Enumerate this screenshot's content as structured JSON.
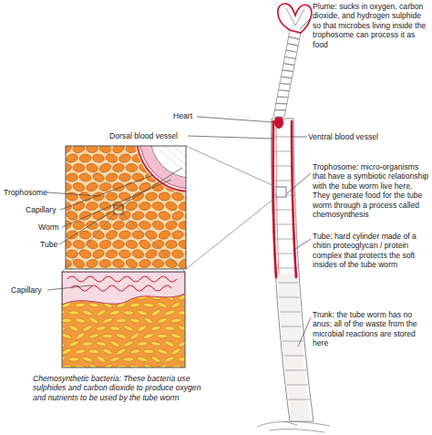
{
  "diagram": {
    "labels": [
      "Plume: sucks in oxygen, carbon dioxide, and hydrogen sulphide so that microbes living inside the trophosome can process it as food",
      "Heart",
      "Dorsal blood vessel",
      "Ventral blood vessel",
      "Trophosome: micro-organisms that have a symbiotic relationship with the tube worm live here. They generate food for the tube worm through a process called chemosynthesis",
      "Trophosome",
      "Capillary",
      "Worm",
      "Tube",
      "Tube: hard cylinder made of a chitin proteoglycan / protein complex that protects the soft insides of the tube worm",
      "Trunk: the tube worm has no anus; all of the waste from the microbial reactions are stored here",
      "Capillary",
      "Chemosynthetic bacteria: These bacteria use sulphides and carbon dioxide to produce oxygen and nutrients to be used by the tube worm"
    ]
  }
}
